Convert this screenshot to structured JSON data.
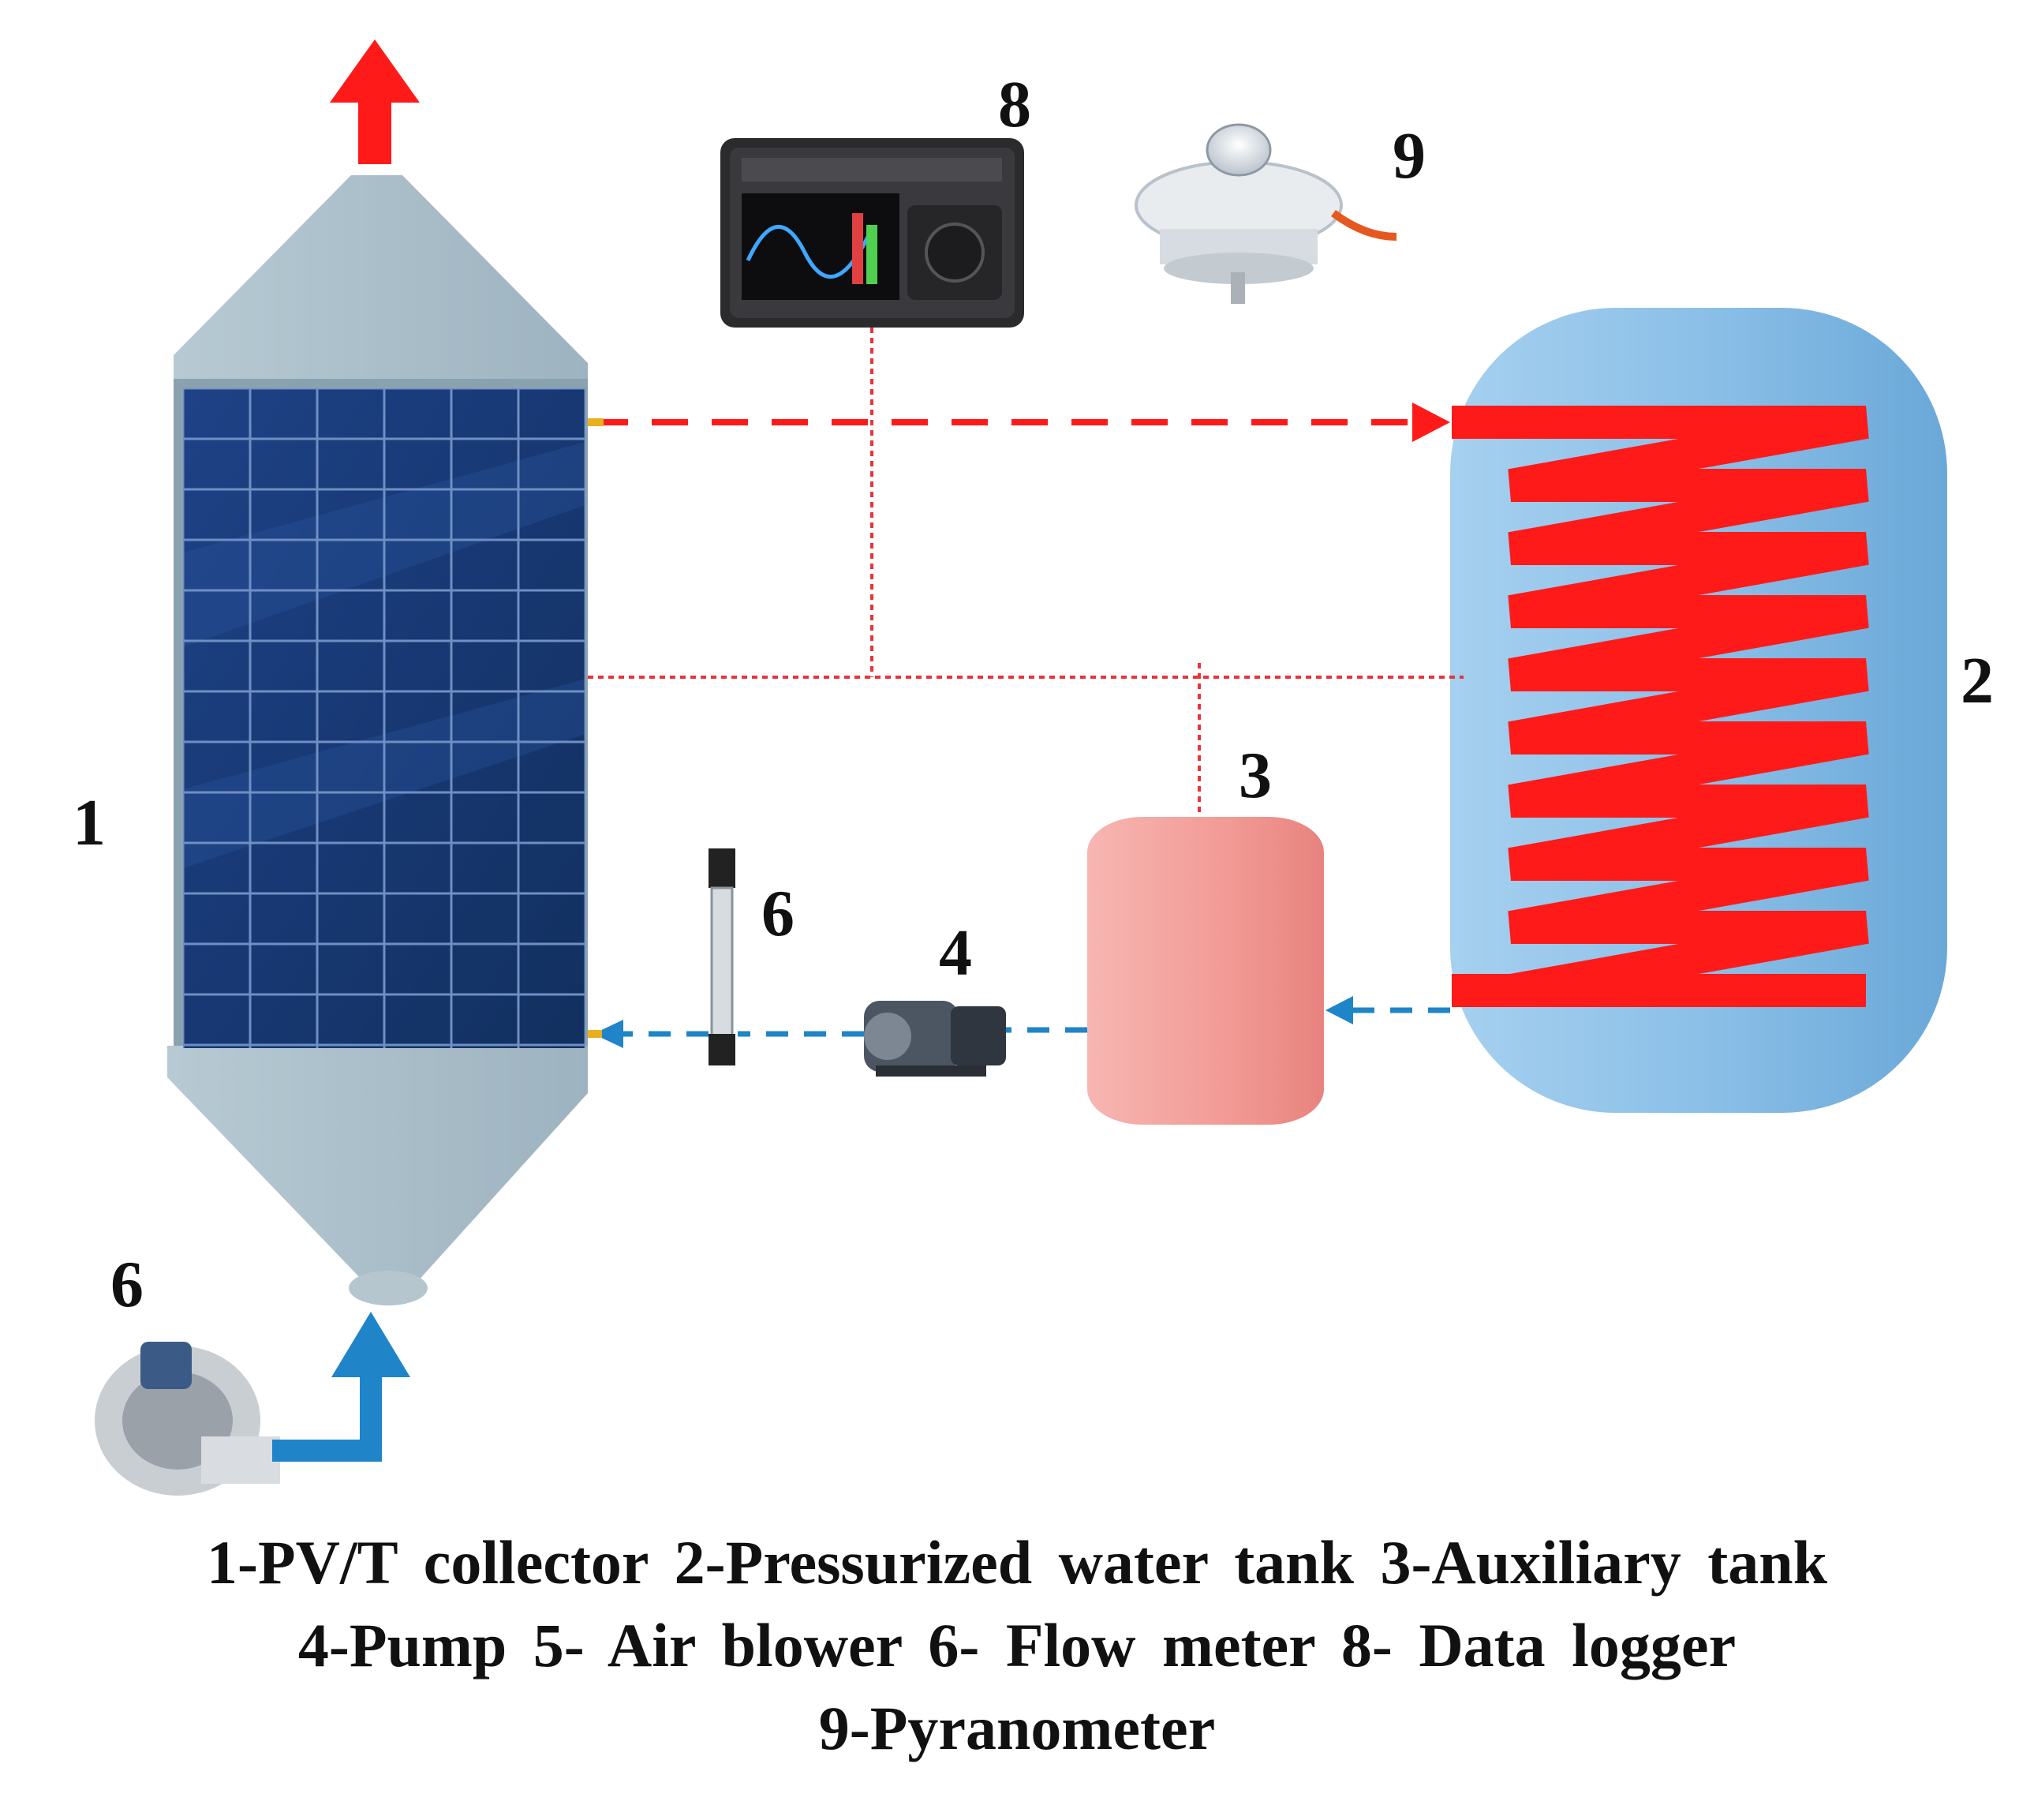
{
  "labels": {
    "pvt_collector": "1",
    "water_tank": "2",
    "auxiliary_tank": "3",
    "pump": "4",
    "flow_meter": "6",
    "air_blower": "6",
    "data_logger": "8",
    "pyranometer": "9"
  },
  "legend": {
    "line1": "1-PV/T  collector  2-Pressurized  water  tank   3-Auxiliary  tank",
    "line2": "4-Pump   5- Air blower   6- Flow  meter  8- Data logger",
    "line3": "9-Pyranometer"
  },
  "colors": {
    "hot_flow": "#ff1a1a",
    "cold_flow": "#1f84c8",
    "signal_wire": "#e8343a",
    "tank_fill": "#8fc2e8",
    "aux_tank_fill": "#f4a6a2",
    "collector_frame": "#a9bfca",
    "pv_cell": "#1b3a78"
  },
  "icons": {
    "air_outlet": "arrow-up-icon",
    "air_inlet": "arrow-up-icon"
  }
}
